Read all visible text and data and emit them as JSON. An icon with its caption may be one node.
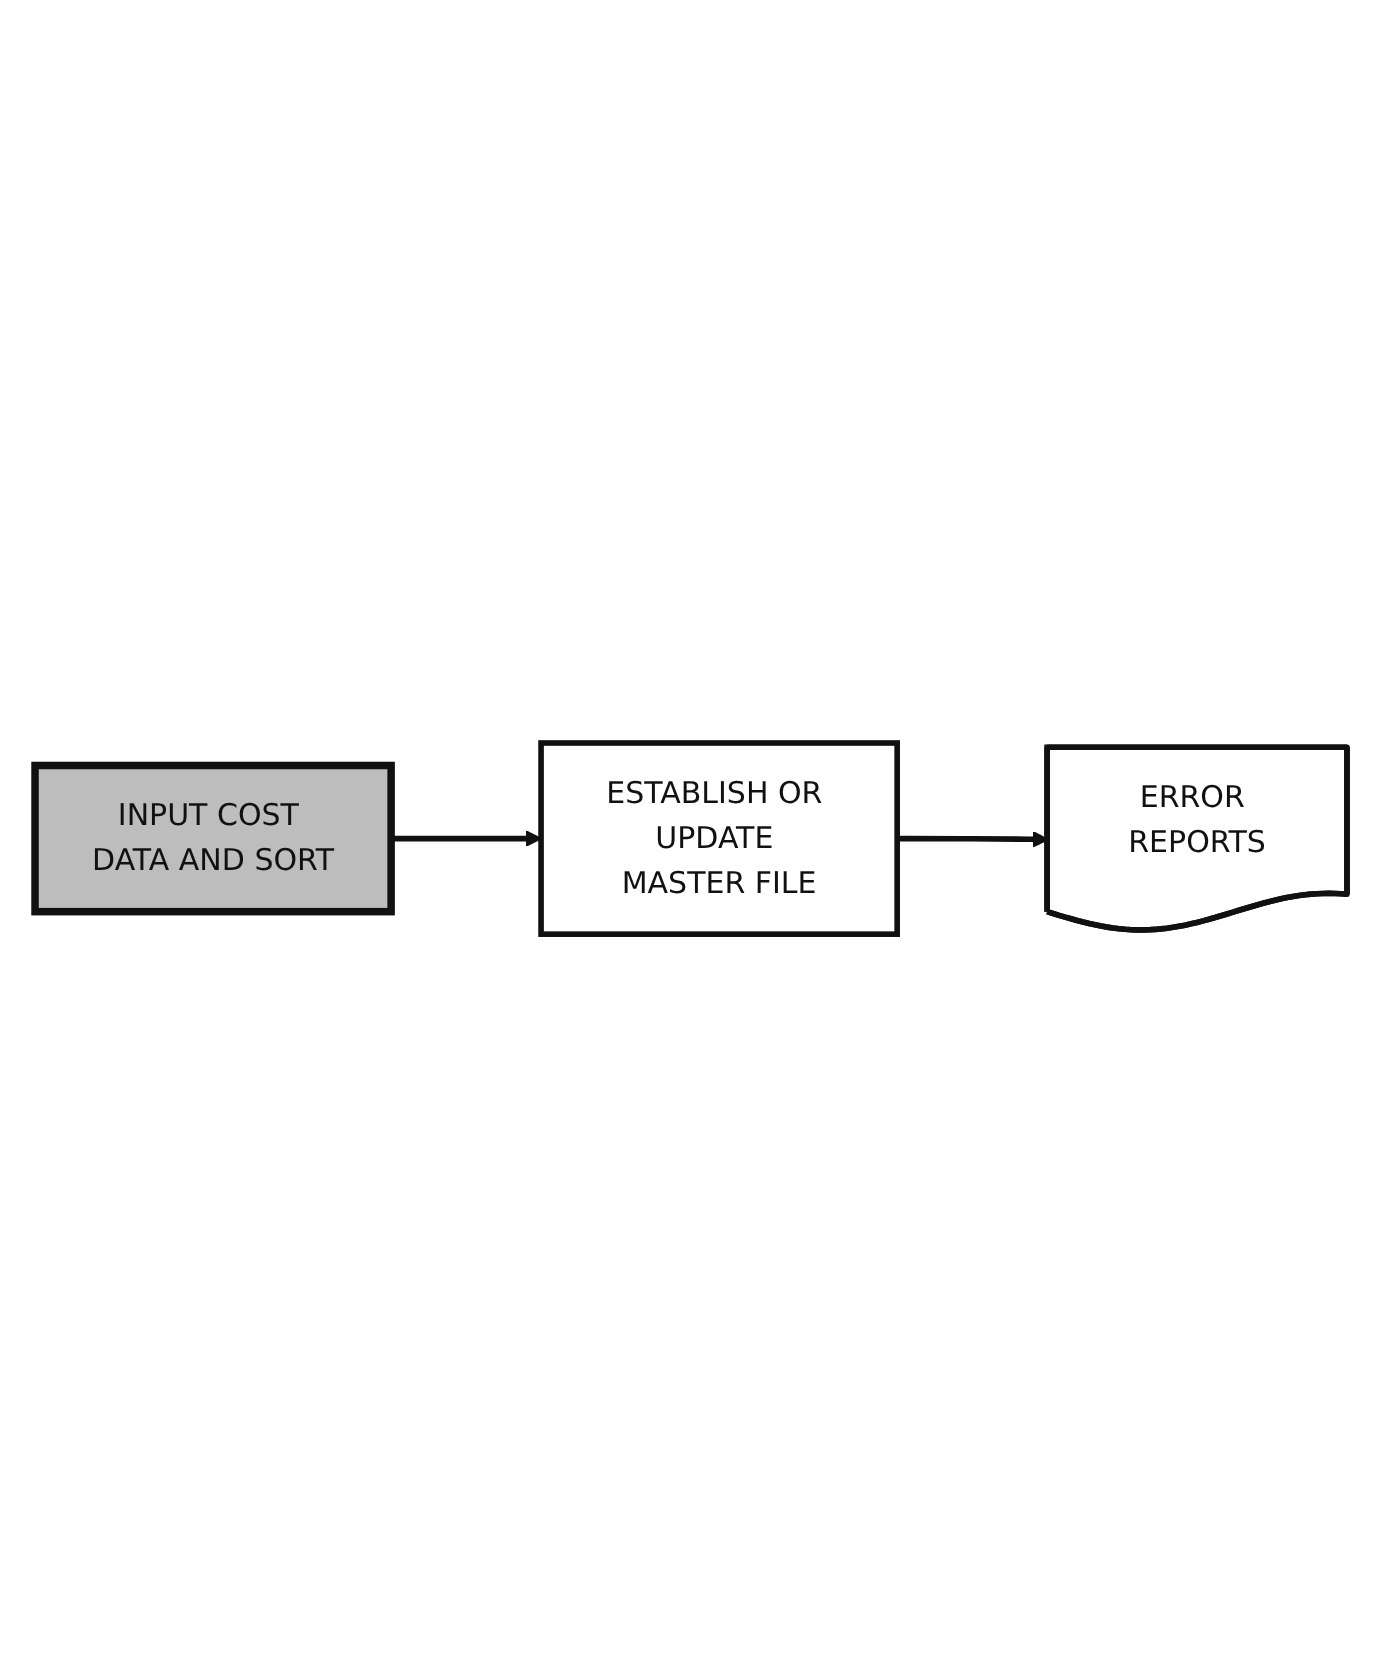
{
  "diagram": {
    "nodes": [
      {
        "text": [
          "INPUT COST DATA AND SORT"
        ]
      },
      {
        "text": [
          "ESTABLISH OR UPDATE MASTER FILE"
        ]
      },
      {
        "text": [
          "ERROR REPORTS"
        ]
      }
    ],
    "edges": [
      {
        "from": 0,
        "to": 1,
        "arrow": "to"
      },
      {
        "from": 1,
        "to": 2,
        "arrow": "to"
      }
    ]
  }
}
